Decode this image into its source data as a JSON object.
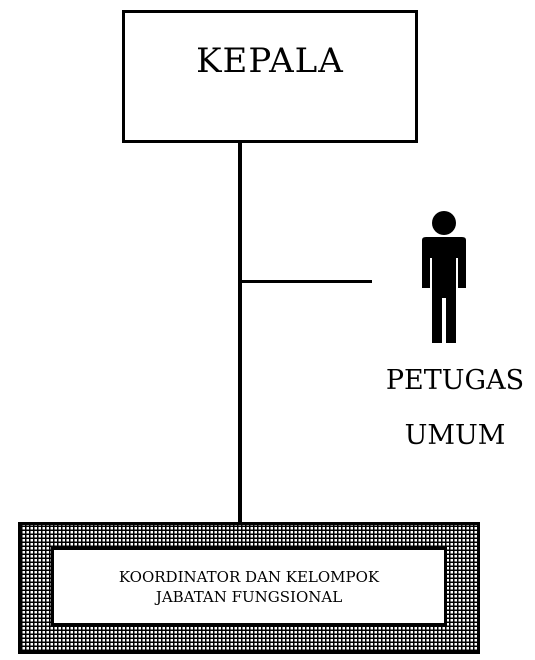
{
  "diagram": {
    "top_box": {
      "label": "KEPALA"
    },
    "side_role": {
      "line1": "PETUGAS",
      "line2": "UMUM",
      "icon": "person-icon"
    },
    "bottom_box": {
      "line1": "KOORDINATOR DAN KELOMPOK",
      "line2": "JABATAN FUNGSIONAL"
    }
  }
}
